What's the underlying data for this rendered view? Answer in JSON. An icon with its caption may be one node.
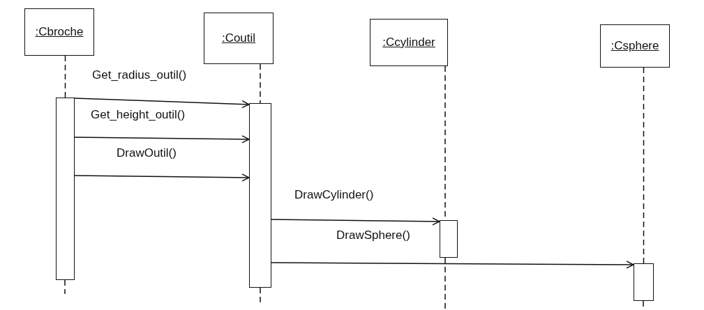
{
  "diagram": {
    "nodes": [
      {
        "text": [
          ":Cbroche"
        ]
      },
      {
        "text": [
          ":Coutil"
        ]
      },
      {
        "text": [
          ":Ccylinder"
        ]
      },
      {
        "text": [
          ":Csphere"
        ]
      },
      {
        "text": [],
        "shape": "bar"
      },
      {
        "text": [],
        "shape": "bar"
      },
      {
        "text": [],
        "shape": "bar"
      },
      {
        "text": [],
        "shape": "bar"
      }
    ],
    "edges": [
      {
        "from": 0,
        "to": 4,
        "arrow": "none",
        "style": "dashed"
      },
      {
        "from": 1,
        "to": 5,
        "arrow": "none",
        "style": "dashed"
      },
      {
        "from": 2,
        "to": 6,
        "arrow": "none",
        "style": "dashed"
      },
      {
        "from": 3,
        "to": 7,
        "arrow": "none",
        "style": "dashed"
      },
      {
        "from": 4,
        "to": 5,
        "arrow": "to",
        "label": "Get_radius_outil()"
      },
      {
        "from": 4,
        "to": 5,
        "arrow": "to",
        "label": "Get_height_outil()"
      },
      {
        "from": 4,
        "to": 5,
        "arrow": "to",
        "label": "DrawOutil()"
      },
      {
        "from": 5,
        "to": 6,
        "arrow": "to",
        "label": "DrawCylinder()"
      },
      {
        "from": 5,
        "to": 7,
        "arrow": "to",
        "label": "DrawSphere()"
      }
    ]
  }
}
